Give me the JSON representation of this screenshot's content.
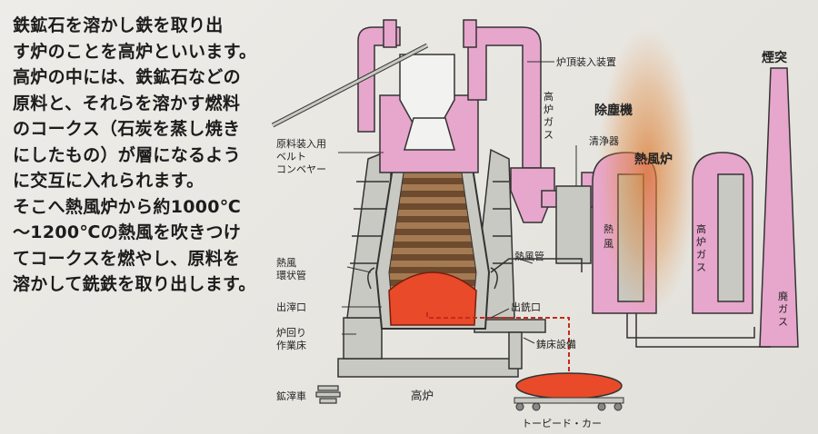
{
  "description_lines": [
    "鉄鉱石を溶かし鉄を取り出",
    "す炉のことを高炉といいます。",
    "高炉の中には、鉄鉱石などの",
    "原料と、それらを溶かす燃料",
    "のコークス（石炭を蒸し焼き",
    "にしたもの）が層になるよう",
    "に交互に入れられます。",
    "そこへ熱風炉から約1000℃",
    "〜1200℃の熱風を吹きつけ",
    "てコークスを燃やし、原料を",
    "溶かして銑鉄を取り出します。"
  ],
  "labels": {
    "conveyor": [
      "原料装入用",
      "ベルト",
      "コンベヤー"
    ],
    "top_charging": "炉頂装入装置",
    "bf_gas": [
      "高",
      "炉",
      "ガ",
      "ス"
    ],
    "dust_catcher": "除塵機",
    "purifier": "清浄器",
    "hot_stove": "熱風炉",
    "hot_blast": [
      "熱",
      "風"
    ],
    "hot_blast_pipe": "熱風管",
    "stove_gas": [
      "高",
      "炉",
      "ガ",
      "ス"
    ],
    "chimney": "煙突",
    "waste_gas": [
      "廃",
      "ガ",
      "ス"
    ],
    "bustle_pipe": [
      "熱風",
      "環状管"
    ],
    "slag_notch": "出滓口",
    "taphole": "出銑口",
    "work_floor": [
      "炉回り",
      "作業床"
    ],
    "cast_house": "鋳床設備",
    "slag_car": "鉱滓車",
    "furnace": "高炉",
    "torpedo_car": "トーピード・カー"
  },
  "colors": {
    "pink": "#e7a6cc",
    "pink_dark": "#b0588a",
    "steel": "#c8c9c2",
    "molten": "#e84a2a",
    "coke_layer": "#6e4a2e",
    "ore_layer": "#a47a52",
    "stain": "#d9742a"
  }
}
